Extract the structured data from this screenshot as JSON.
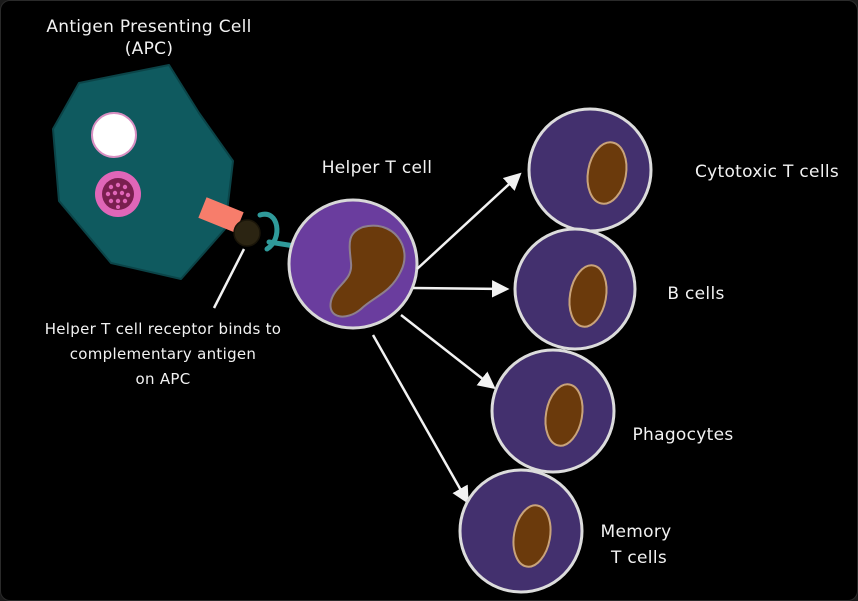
{
  "diagram": {
    "apc_title_line1": "Antigen Presenting Cell",
    "apc_title_line2": "(APC)",
    "helper_t_title": "Helper T cell",
    "receptor_note_line1": "Helper T cell receptor binds to",
    "receptor_note_line2": "complementary antigen",
    "receptor_note_line3": "on APC",
    "cytotoxic_label": "Cytotoxic T cells",
    "bcells_label": "B cells",
    "phagocytes_label": "Phagocytes",
    "memory_label_line1": "Memory",
    "memory_label_line2": "T cells"
  },
  "colors": {
    "background": "#000000",
    "apc_body": "#0f5a5f",
    "apc_vacuole": "#ffffff",
    "apc_granule": "#e066b8",
    "antigen": "#f77d6b",
    "antigen_knob": "#2b2412",
    "receptor": "#2f9a9a",
    "helper_cell": "#6a3d9e",
    "effector_cell": "#43306e",
    "nucleus": "#6b3a0c",
    "arrow": "#f2f2f2"
  }
}
